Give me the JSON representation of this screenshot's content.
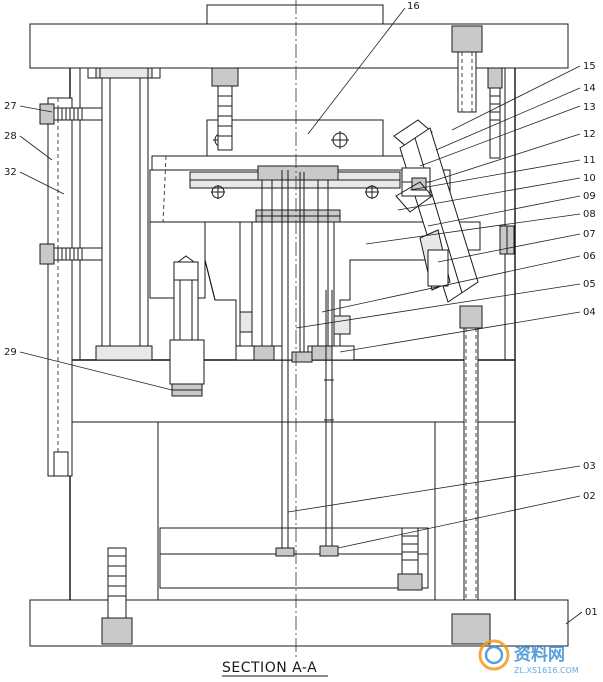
{
  "caption": "SECTION A-A",
  "part_labels": [
    "16",
    "15",
    "14",
    "13",
    "12",
    "11",
    "10",
    "09",
    "08",
    "07",
    "06",
    "05",
    "04",
    "27",
    "28",
    "32",
    "29",
    "03",
    "02",
    "01"
  ],
  "watermark": {
    "logo_text": "资料网",
    "url_text": "ZL.XS1616.COM"
  }
}
